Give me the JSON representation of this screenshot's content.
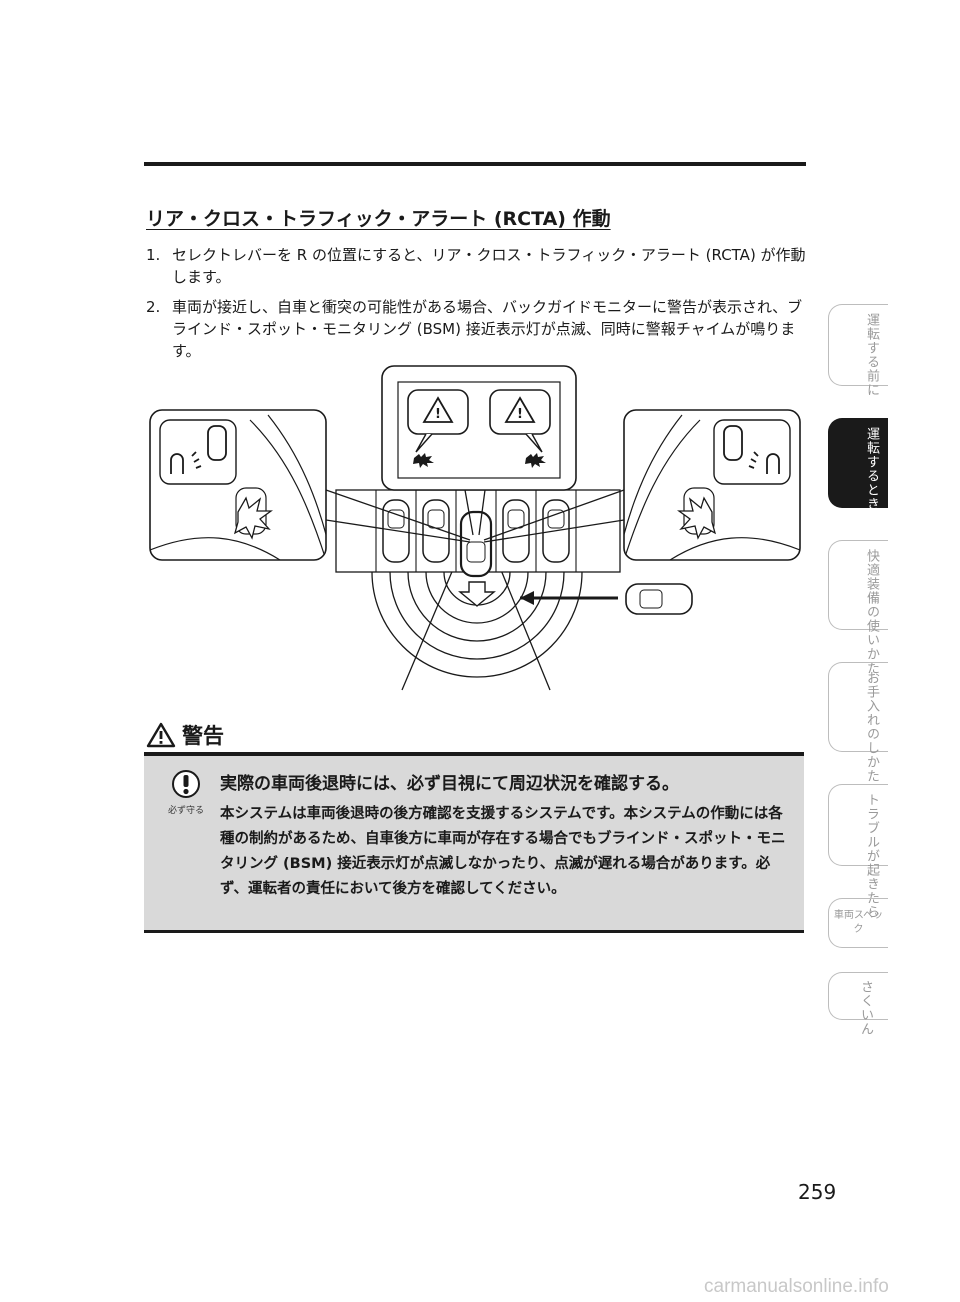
{
  "section": {
    "heading": "リア・クロス・トラフィック・アラート (RCTA) 作動",
    "steps": [
      {
        "num": "1.",
        "text": "セレクトレバーを R の位置にすると、リア・クロス・トラフィック・アラート (RCTA) が作動します。"
      },
      {
        "num": "2.",
        "text": "車両が接近し、自車と衝突の可能性がある場合、バックガイドモニターに警告が表示され、ブラインド・スポット・モニタリング (BSM) 接近表示灯が点滅、同時に警報チャイムが鳴ります。"
      }
    ]
  },
  "warning": {
    "title": "警告",
    "must_label": "必ず守る",
    "lead": "実際の車両後退時には、必ず目視にて周辺状況を確認する。",
    "body": "本システムは車両後退時の後方確認を支援するシステムです。本システムの作動には各種の制約があるため、自車後方に車両が存在する場合でもブラインド・スポット・モニタリング (BSM) 接近表示灯が点滅しなかったり、点滅が遅れる場合があります。必ず、運転者の責任において後方を確認してください。"
  },
  "tabs": [
    {
      "label": "運転する前に",
      "active": false
    },
    {
      "label": "運転するときに",
      "active": true
    },
    {
      "label": "快適装備の使いかた",
      "active": false
    },
    {
      "label": "お手入れのしかた",
      "active": false
    },
    {
      "label": "トラブルが起きたら",
      "active": false
    },
    {
      "label": "車両スペック",
      "active": false
    },
    {
      "label": "さくいん",
      "active": false
    }
  ],
  "page_number": "259",
  "watermark": "carmanualsonline.info",
  "colors": {
    "ink": "#1a1a1a",
    "warning_bg": "#d9d9d9",
    "tab_inactive": "#bdbdbd"
  }
}
